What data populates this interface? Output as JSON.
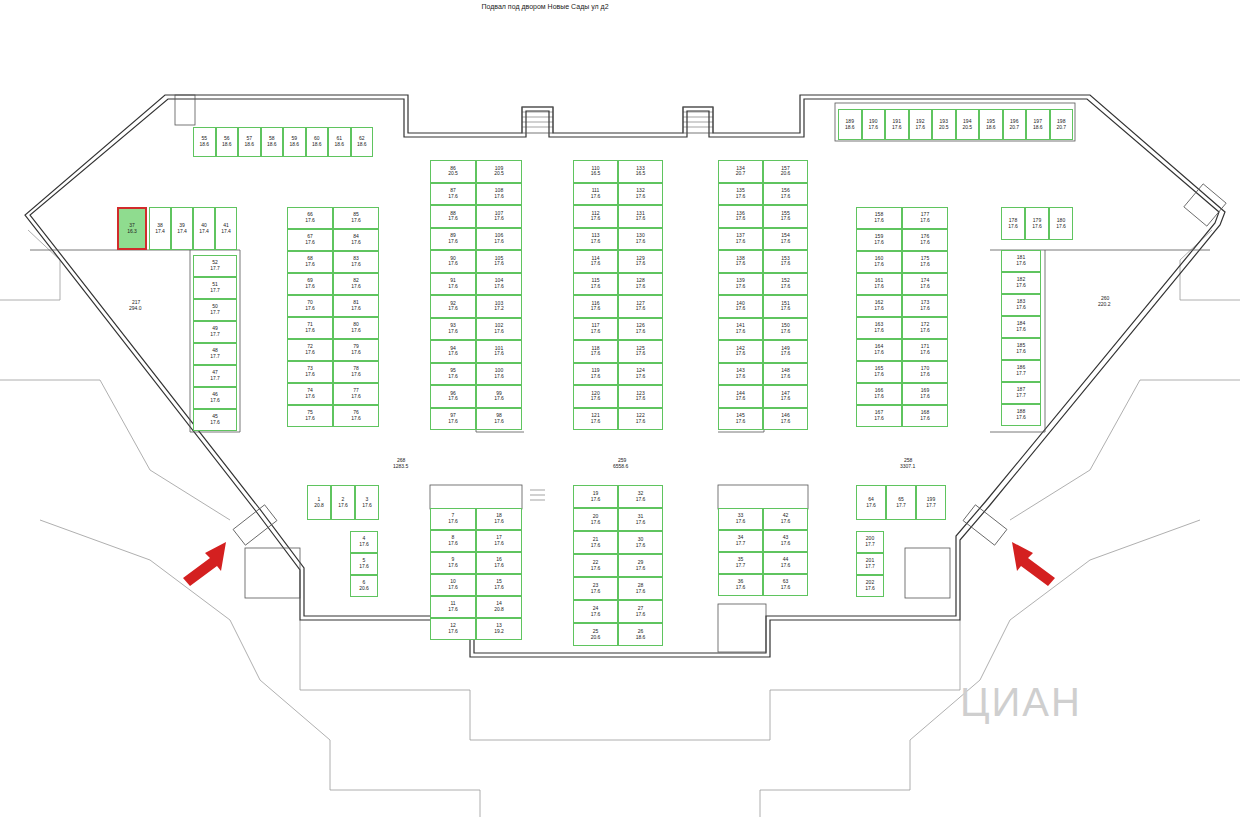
{
  "diagram": {
    "title": "Подвал под двором Новые Сады ул д2",
    "nodes": [
      {
        "text": [
          "55",
          "18.6"
        ]
      },
      {
        "text": [
          "56",
          "18.6"
        ]
      },
      {
        "text": [
          "57",
          "18.6"
        ]
      },
      {
        "text": [
          "58",
          "18.6"
        ]
      },
      {
        "text": [
          "59",
          "18.6"
        ]
      },
      {
        "text": [
          "60",
          "18.6"
        ]
      },
      {
        "text": [
          "61",
          "18.6"
        ]
      },
      {
        "text": [
          "62",
          "18.6"
        ]
      },
      {
        "text": [
          "37",
          "16.3"
        ]
      },
      {
        "text": [
          "38",
          "17.4"
        ]
      },
      {
        "text": [
          "39",
          "17.4"
        ]
      },
      {
        "text": [
          "40",
          "17.4"
        ]
      },
      {
        "text": [
          "41",
          "17.4"
        ]
      },
      {
        "text": [
          "52",
          "17.7"
        ]
      },
      {
        "text": [
          "51",
          "17.7"
        ]
      },
      {
        "text": [
          "50",
          "17.7"
        ]
      },
      {
        "text": [
          "49",
          "17.7"
        ]
      },
      {
        "text": [
          "48",
          "17.7"
        ]
      },
      {
        "text": [
          "47",
          "17.7"
        ]
      },
      {
        "text": [
          "46",
          "17.6"
        ]
      },
      {
        "text": [
          "45",
          "17.6"
        ]
      },
      {
        "text": [
          "66",
          "17.6"
        ]
      },
      {
        "text": [
          "67",
          "17.6"
        ]
      },
      {
        "text": [
          "68",
          "17.6"
        ]
      },
      {
        "text": [
          "69",
          "17.6"
        ]
      },
      {
        "text": [
          "70",
          "17.6"
        ]
      },
      {
        "text": [
          "71",
          "17.6"
        ]
      },
      {
        "text": [
          "72",
          "17.6"
        ]
      },
      {
        "text": [
          "73",
          "17.6"
        ]
      },
      {
        "text": [
          "74",
          "17.6"
        ]
      },
      {
        "text": [
          "75",
          "17.6"
        ]
      },
      {
        "text": [
          "85",
          "17.6"
        ]
      },
      {
        "text": [
          "84",
          "17.6"
        ]
      },
      {
        "text": [
          "83",
          "17.6"
        ]
      },
      {
        "text": [
          "82",
          "17.6"
        ]
      },
      {
        "text": [
          "81",
          "17.6"
        ]
      },
      {
        "text": [
          "80",
          "17.6"
        ]
      },
      {
        "text": [
          "79",
          "17.6"
        ]
      },
      {
        "text": [
          "78",
          "17.6"
        ]
      },
      {
        "text": [
          "77",
          "17.6"
        ]
      },
      {
        "text": [
          "76",
          "17.6"
        ]
      },
      {
        "text": [
          "86",
          "20.5"
        ]
      },
      {
        "text": [
          "87",
          "17.6"
        ]
      },
      {
        "text": [
          "88",
          "17.6"
        ]
      },
      {
        "text": [
          "89",
          "17.6"
        ]
      },
      {
        "text": [
          "90",
          "17.6"
        ]
      },
      {
        "text": [
          "91",
          "17.6"
        ]
      },
      {
        "text": [
          "92",
          "17.6"
        ]
      },
      {
        "text": [
          "93",
          "17.6"
        ]
      },
      {
        "text": [
          "94",
          "17.6"
        ]
      },
      {
        "text": [
          "95",
          "17.6"
        ]
      },
      {
        "text": [
          "96",
          "17.6"
        ]
      },
      {
        "text": [
          "97",
          "17.6"
        ]
      },
      {
        "text": [
          "109",
          "20.5"
        ]
      },
      {
        "text": [
          "108",
          "17.6"
        ]
      },
      {
        "text": [
          "107",
          "17.6"
        ]
      },
      {
        "text": [
          "106",
          "17.6"
        ]
      },
      {
        "text": [
          "105",
          "17.6"
        ]
      },
      {
        "text": [
          "104",
          "17.6"
        ]
      },
      {
        "text": [
          "103",
          "17.2"
        ]
      },
      {
        "text": [
          "102",
          "17.6"
        ]
      },
      {
        "text": [
          "101",
          "17.6"
        ]
      },
      {
        "text": [
          "100",
          "17.6"
        ]
      },
      {
        "text": [
          "99",
          "17.6"
        ]
      },
      {
        "text": [
          "98",
          "17.6"
        ]
      },
      {
        "text": [
          "110",
          "16.5"
        ]
      },
      {
        "text": [
          "111",
          "17.6"
        ]
      },
      {
        "text": [
          "112",
          "17.6"
        ]
      },
      {
        "text": [
          "113",
          "17.6"
        ]
      },
      {
        "text": [
          "114",
          "17.6"
        ]
      },
      {
        "text": [
          "115",
          "17.6"
        ]
      },
      {
        "text": [
          "116",
          "17.6"
        ]
      },
      {
        "text": [
          "117",
          "17.6"
        ]
      },
      {
        "text": [
          "118",
          "17.6"
        ]
      },
      {
        "text": [
          "119",
          "17.6"
        ]
      },
      {
        "text": [
          "120",
          "17.6"
        ]
      },
      {
        "text": [
          "121",
          "17.6"
        ]
      },
      {
        "text": [
          "133",
          "16.5"
        ]
      },
      {
        "text": [
          "132",
          "17.6"
        ]
      },
      {
        "text": [
          "131",
          "17.6"
        ]
      },
      {
        "text": [
          "130",
          "17.6"
        ]
      },
      {
        "text": [
          "129",
          "17.6"
        ]
      },
      {
        "text": [
          "128",
          "17.6"
        ]
      },
      {
        "text": [
          "127",
          "17.6"
        ]
      },
      {
        "text": [
          "126",
          "17.6"
        ]
      },
      {
        "text": [
          "125",
          "17.6"
        ]
      },
      {
        "text": [
          "124",
          "17.6"
        ]
      },
      {
        "text": [
          "123",
          "17.6"
        ]
      },
      {
        "text": [
          "122",
          "17.6"
        ]
      },
      {
        "text": [
          "134",
          "20.7"
        ]
      },
      {
        "text": [
          "135",
          "17.6"
        ]
      },
      {
        "text": [
          "136",
          "17.6"
        ]
      },
      {
        "text": [
          "137",
          "17.6"
        ]
      },
      {
        "text": [
          "138",
          "17.6"
        ]
      },
      {
        "text": [
          "139",
          "17.6"
        ]
      },
      {
        "text": [
          "140",
          "17.6"
        ]
      },
      {
        "text": [
          "141",
          "17.6"
        ]
      },
      {
        "text": [
          "142",
          "17.6"
        ]
      },
      {
        "text": [
          "143",
          "17.6"
        ]
      },
      {
        "text": [
          "144",
          "17.6"
        ]
      },
      {
        "text": [
          "145",
          "17.6"
        ]
      },
      {
        "text": [
          "157",
          "20.6"
        ]
      },
      {
        "text": [
          "156",
          "17.6"
        ]
      },
      {
        "text": [
          "155",
          "17.6"
        ]
      },
      {
        "text": [
          "154",
          "17.6"
        ]
      },
      {
        "text": [
          "153",
          "17.6"
        ]
      },
      {
        "text": [
          "152",
          "17.6"
        ]
      },
      {
        "text": [
          "151",
          "17.6"
        ]
      },
      {
        "text": [
          "150",
          "17.6"
        ]
      },
      {
        "text": [
          "149",
          "17.6"
        ]
      },
      {
        "text": [
          "148",
          "17.6"
        ]
      },
      {
        "text": [
          "147",
          "17.6"
        ]
      },
      {
        "text": [
          "146",
          "17.6"
        ]
      },
      {
        "text": [
          "158",
          "17.6"
        ]
      },
      {
        "text": [
          "159",
          "17.6"
        ]
      },
      {
        "text": [
          "160",
          "17.6"
        ]
      },
      {
        "text": [
          "161",
          "17.6"
        ]
      },
      {
        "text": [
          "162",
          "17.6"
        ]
      },
      {
        "text": [
          "163",
          "17.6"
        ]
      },
      {
        "text": [
          "164",
          "17.6"
        ]
      },
      {
        "text": [
          "165",
          "17.6"
        ]
      },
      {
        "text": [
          "166",
          "17.6"
        ]
      },
      {
        "text": [
          "167",
          "17.6"
        ]
      },
      {
        "text": [
          "177",
          "17.6"
        ]
      },
      {
        "text": [
          "176",
          "17.6"
        ]
      },
      {
        "text": [
          "175",
          "17.6"
        ]
      },
      {
        "text": [
          "174",
          "17.6"
        ]
      },
      {
        "text": [
          "173",
          "17.6"
        ]
      },
      {
        "text": [
          "172",
          "17.6"
        ]
      },
      {
        "text": [
          "171",
          "17.6"
        ]
      },
      {
        "text": [
          "170",
          "17.6"
        ]
      },
      {
        "text": [
          "169",
          "17.6"
        ]
      },
      {
        "text": [
          "168",
          "17.6"
        ]
      },
      {
        "text": [
          "178",
          "17.6"
        ]
      },
      {
        "text": [
          "179",
          "17.6"
        ]
      },
      {
        "text": [
          "180",
          "17.6"
        ]
      },
      {
        "text": [
          "181",
          "17.6"
        ]
      },
      {
        "text": [
          "182",
          "17.6"
        ]
      },
      {
        "text": [
          "183",
          "17.6"
        ]
      },
      {
        "text": [
          "184",
          "17.6"
        ]
      },
      {
        "text": [
          "185",
          "17.6"
        ]
      },
      {
        "text": [
          "186",
          "17.7"
        ]
      },
      {
        "text": [
          "187",
          "17.7"
        ]
      },
      {
        "text": [
          "188",
          "17.6"
        ]
      },
      {
        "text": [
          "189",
          "18.6"
        ]
      },
      {
        "text": [
          "190",
          "17.6"
        ]
      },
      {
        "text": [
          "191",
          "17.6"
        ]
      },
      {
        "text": [
          "192",
          "17.6"
        ]
      },
      {
        "text": [
          "193",
          "20.5"
        ]
      },
      {
        "text": [
          "194",
          "20.5"
        ]
      },
      {
        "text": [
          "195",
          "18.6"
        ]
      },
      {
        "text": [
          "196",
          "20.7"
        ]
      },
      {
        "text": [
          "197",
          "18.6"
        ]
      },
      {
        "text": [
          "198",
          "20.7"
        ]
      },
      {
        "text": [
          "1",
          "20.8"
        ]
      },
      {
        "text": [
          "2",
          "17.6"
        ]
      },
      {
        "text": [
          "3",
          "17.6"
        ]
      },
      {
        "text": [
          "4",
          "17.6"
        ]
      },
      {
        "text": [
          "5",
          "17.6"
        ]
      },
      {
        "text": [
          "6",
          "20.6"
        ]
      },
      {
        "text": [
          "7",
          "17.6"
        ]
      },
      {
        "text": [
          "8",
          "17.6"
        ]
      },
      {
        "text": [
          "9",
          "17.6"
        ]
      },
      {
        "text": [
          "10",
          "17.6"
        ]
      },
      {
        "text": [
          "11",
          "17.6"
        ]
      },
      {
        "text": [
          "12",
          "17.6"
        ]
      },
      {
        "text": [
          "18",
          "17.6"
        ]
      },
      {
        "text": [
          "17",
          "17.6"
        ]
      },
      {
        "text": [
          "16",
          "17.6"
        ]
      },
      {
        "text": [
          "15",
          "17.6"
        ]
      },
      {
        "text": [
          "14",
          "20.8"
        ]
      },
      {
        "text": [
          "13",
          "19.2"
        ]
      },
      {
        "text": [
          "19",
          "17.6"
        ]
      },
      {
        "text": [
          "20",
          "17.6"
        ]
      },
      {
        "text": [
          "21",
          "17.6"
        ]
      },
      {
        "text": [
          "22",
          "17.6"
        ]
      },
      {
        "text": [
          "23",
          "17.6"
        ]
      },
      {
        "text": [
          "24",
          "17.6"
        ]
      },
      {
        "text": [
          "25",
          "20.6"
        ]
      },
      {
        "text": [
          "32",
          "17.6"
        ]
      },
      {
        "text": [
          "31",
          "17.6"
        ]
      },
      {
        "text": [
          "30",
          "17.6"
        ]
      },
      {
        "text": [
          "29",
          "17.6"
        ]
      },
      {
        "text": [
          "28",
          "17.6"
        ]
      },
      {
        "text": [
          "27",
          "17.6"
        ]
      },
      {
        "text": [
          "26",
          "18.6"
        ]
      },
      {
        "text": [
          "33",
          "17.6"
        ]
      },
      {
        "text": [
          "34",
          "17.7"
        ]
      },
      {
        "text": [
          "35",
          "17.7"
        ]
      },
      {
        "text": [
          "36",
          "17.6"
        ]
      },
      {
        "text": [
          "42",
          "17.6"
        ]
      },
      {
        "text": [
          "43",
          "17.6"
        ]
      },
      {
        "text": [
          "44",
          "17.6"
        ]
      },
      {
        "text": [
          "63",
          "17.6"
        ]
      },
      {
        "text": [
          "64",
          "17.6"
        ]
      },
      {
        "text": [
          "65",
          "17.7"
        ]
      },
      {
        "text": [
          "199",
          "17.7"
        ]
      },
      {
        "text": [
          "200",
          "17.7"
        ]
      },
      {
        "text": [
          "201",
          "17.7"
        ]
      },
      {
        "text": [
          "202",
          "17.6"
        ]
      }
    ],
    "labels": [
      "217",
      "294.0",
      "268",
      "1283.5",
      "259",
      "6558.6",
      "258",
      "3307.1",
      "260",
      "220.2",
      "ЦИАН"
    ]
  }
}
